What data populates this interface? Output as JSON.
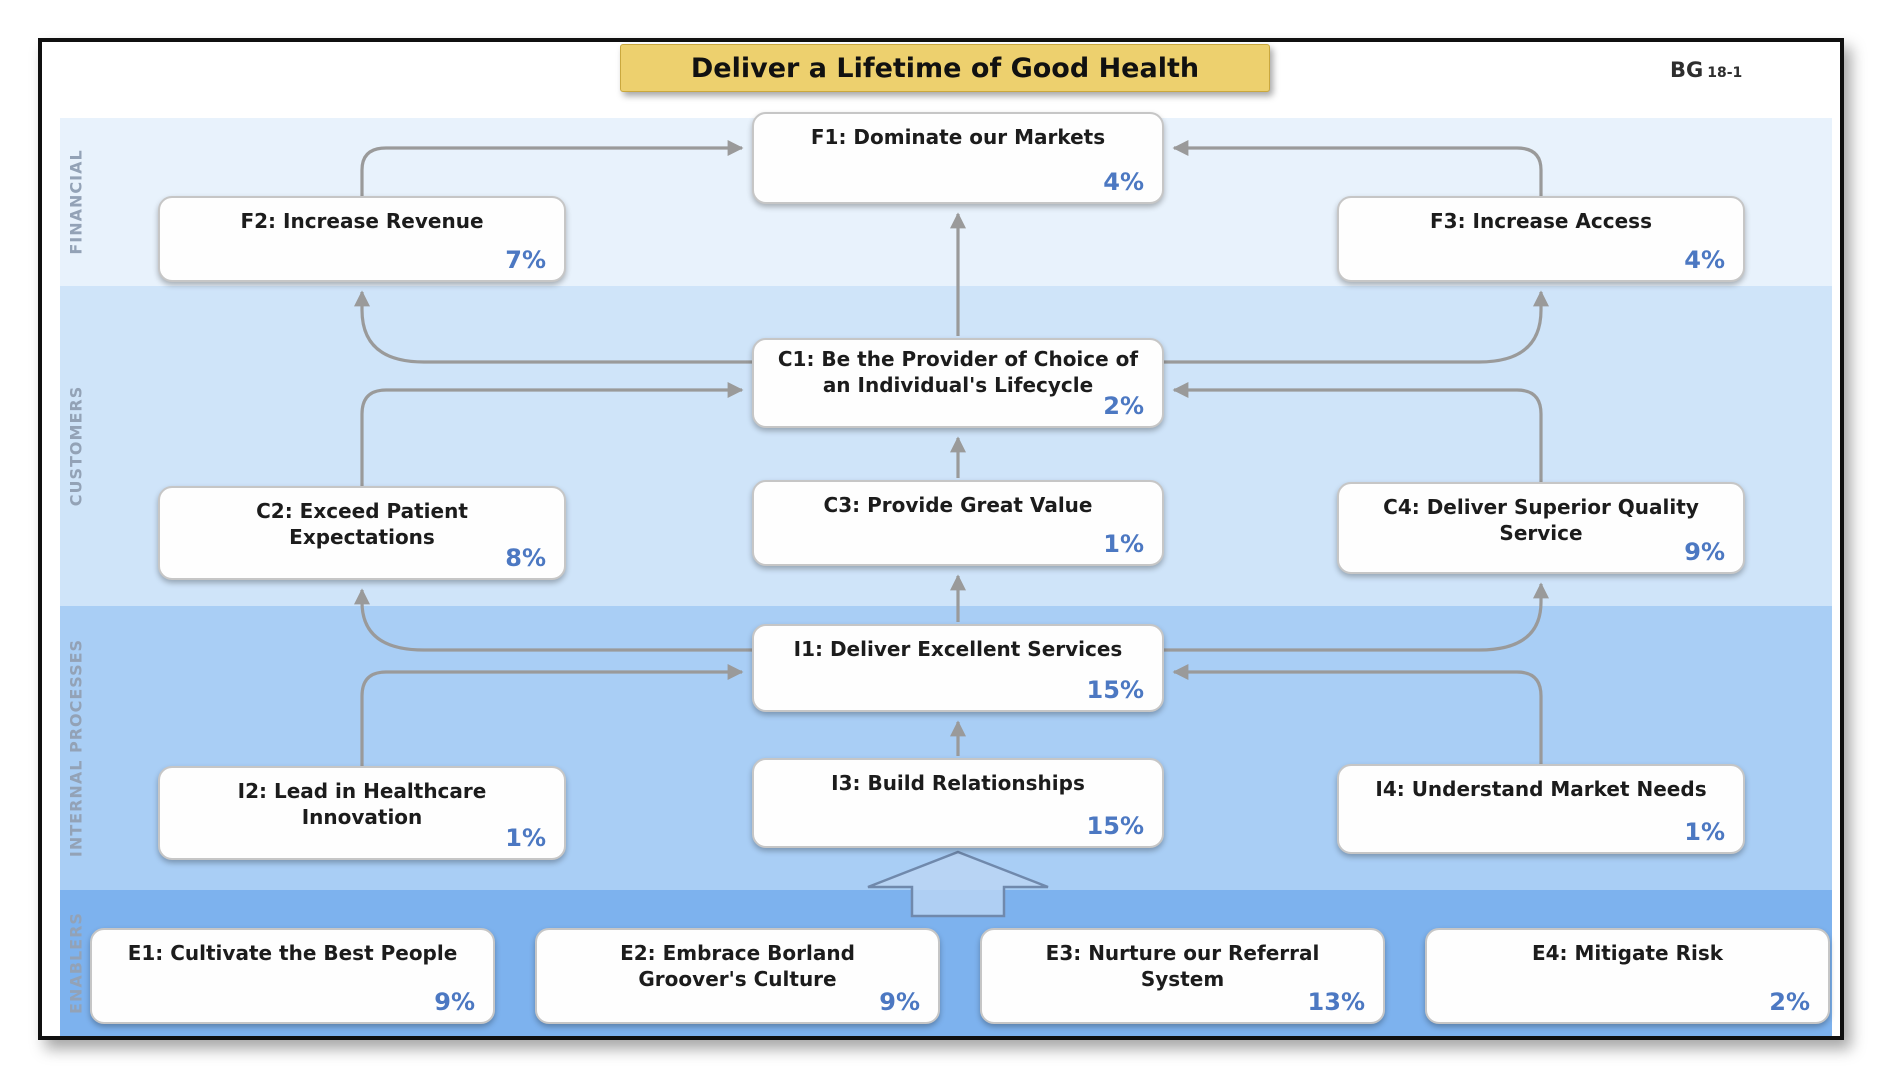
{
  "header": {
    "title": "Deliver a Lifetime of Good Health",
    "ref_main": "BG",
    "ref_sub": "18-1"
  },
  "bands": {
    "financial": {
      "label": "FINANCIAL"
    },
    "customers": {
      "label": "CUSTOMERS"
    },
    "internal": {
      "label": "INTERNAL PROCESSES"
    },
    "enablers": {
      "label": "ENABLERS"
    }
  },
  "nodes": {
    "F1": {
      "label": "F1: Dominate our Markets",
      "pct": "4%"
    },
    "F2": {
      "label": "F2: Increase Revenue",
      "pct": "7%"
    },
    "F3": {
      "label": "F3: Increase Access",
      "pct": "4%"
    },
    "C1": {
      "label": "C1: Be the Provider of Choice of an Individual's Lifecycle",
      "pct": "2%"
    },
    "C2": {
      "label": "C2: Exceed Patient Expectations",
      "pct": "8%"
    },
    "C3": {
      "label": "C3: Provide Great Value",
      "pct": "1%"
    },
    "C4": {
      "label": "C4: Deliver Superior Quality Service",
      "pct": "9%"
    },
    "I1": {
      "label": "I1: Deliver Excellent Services",
      "pct": "15%"
    },
    "I2": {
      "label": "I2: Lead in Healthcare Innovation",
      "pct": "1%"
    },
    "I3": {
      "label": "I3: Build Relationships",
      "pct": "15%"
    },
    "I4": {
      "label": "I4: Understand Market Needs",
      "pct": "1%"
    },
    "E1": {
      "label": "E1: Cultivate the Best People",
      "pct": "9%"
    },
    "E2": {
      "label": "E2: Embrace Borland Groover's Culture",
      "pct": "9%"
    },
    "E3": {
      "label": "E3: Nurture our Referral System",
      "pct": "13%"
    },
    "E4": {
      "label": "E4: Mitigate Risk",
      "pct": "2%"
    }
  },
  "colors": {
    "band_financial": "#e8f2fc",
    "band_customers": "#cfe4f9",
    "band_internal": "#a9cef5",
    "band_enablers": "#7db2ee",
    "title_bg": "#edd06e",
    "pct_text": "#4c78c2",
    "arrow": "#9a9a9a"
  }
}
